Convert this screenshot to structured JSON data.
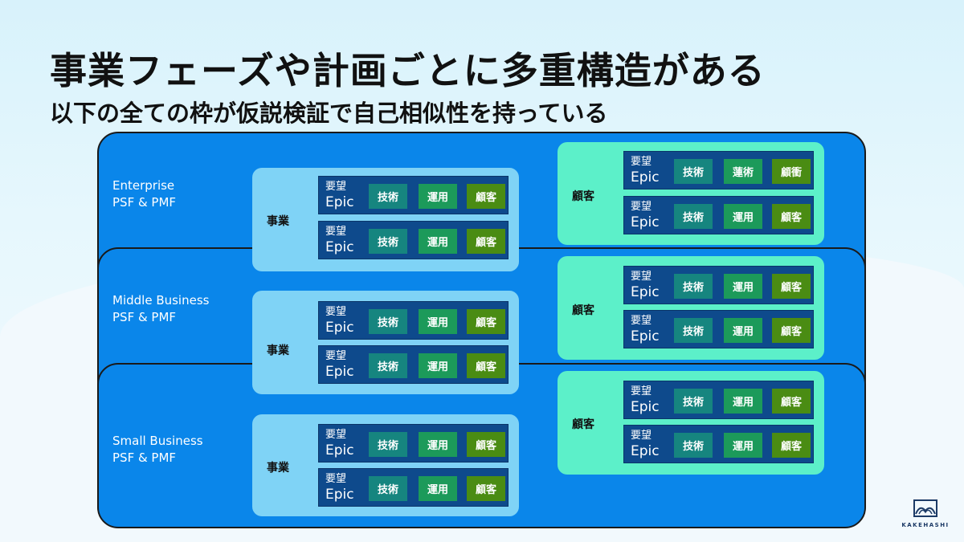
{
  "title": "事業フェーズや計画ごとに多重構造がある",
  "subtitle": "以下の全ての枠が仮説検証で自己相似性を持っている",
  "bands": [
    {
      "name": "Enterprise",
      "sub": "PSF & PMF"
    },
    {
      "name": "Middle Business",
      "sub": "PSF & PMF"
    },
    {
      "name": "Small Business",
      "sub": "PSF & PMF"
    }
  ],
  "business_label": "事業",
  "customer_label": "顧客",
  "epic": {
    "top": "要望",
    "bottom": "Epic"
  },
  "chips": {
    "tech": "技術",
    "ops": "運用",
    "cust": "顧客"
  },
  "chips_variant": {
    "tech": "技術",
    "ops": "蓮術",
    "cust": "顧衝"
  },
  "logo_text": "KAKEHASHI",
  "colors": {
    "band": "#0a86ea",
    "business_box": "#7fd3f6",
    "customer_box": "#5cf0c9",
    "epic_row": "#0e4a8c",
    "chip_tech": "#16857f",
    "chip_ops": "#1c9a5a",
    "chip_cust": "#4a8c13"
  }
}
